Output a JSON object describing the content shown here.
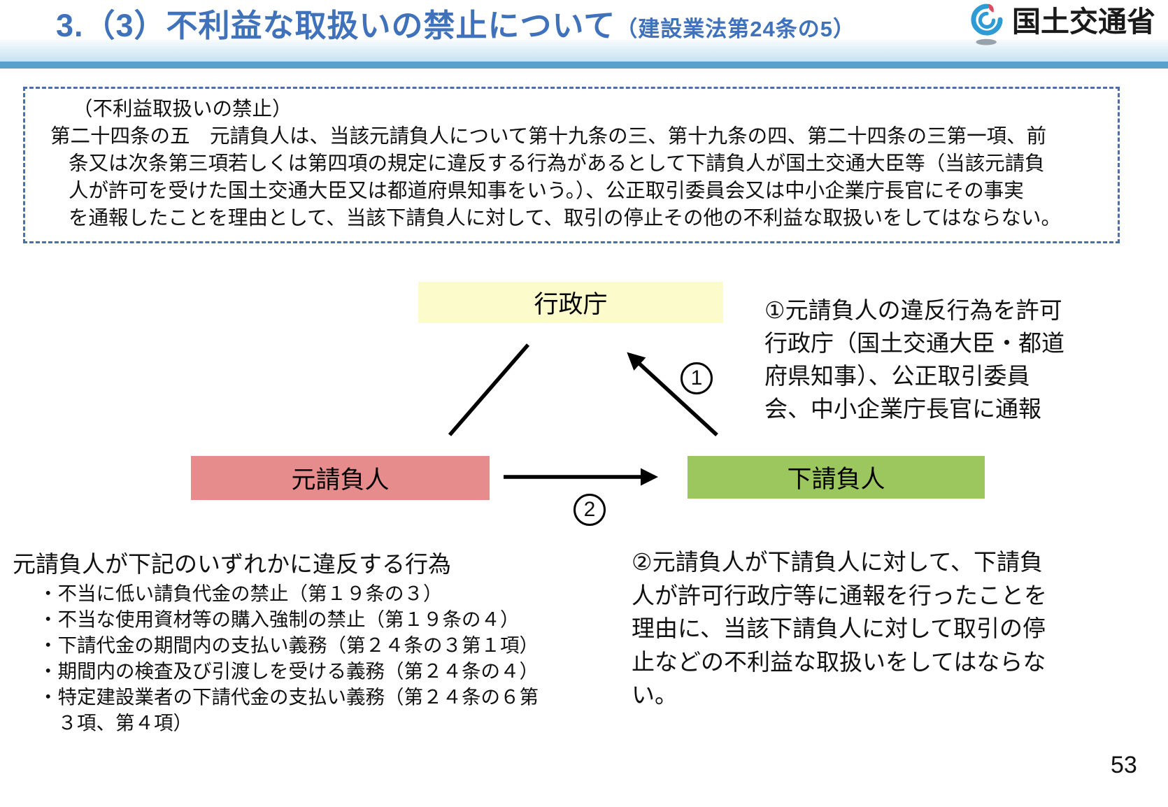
{
  "header": {
    "title_main": "3.（3）不利益な取扱いの禁止について",
    "title_sub": "（建設業法第24条の5）",
    "agency": "国土交通省"
  },
  "law_box": {
    "line1": "（不利益取扱いの禁止）",
    "line2": "第二十四条の五　元請負人は、当該元請負人について第十九条の三、第十九条の四、第二十四条の三第一項、前",
    "line3": "条又は次条第三項若しくは第四項の規定に違反する行為があるとして下請負人が国土交通大臣等（当該元請負",
    "line4": "人が許可を受けた国土交通大臣又は都道府県知事をいう。）、公正取引委員会又は中小企業庁長官にその事実",
    "line5": "を通報したことを理由として、当該下請負人に対して、取引の停止その他の不利益な取扱いをしてはならない。"
  },
  "diagram": {
    "admin_label": "行政庁",
    "main_contractor_label": "元請負人",
    "subcontractor_label": "下請負人",
    "marker1": "1",
    "marker2": "2"
  },
  "note1": {
    "lines": [
      "①元請負人の違反行為を許可",
      "行政庁（国土交通大臣・都道",
      "府県知事）、公正取引委員",
      "会、中小企業庁長官に通報"
    ]
  },
  "violations": {
    "heading": "元請負人が下記のいずれかに違反する行為",
    "items": [
      "・不当に低い請負代金の禁止（第１９条の３）",
      "・不当な使用資材等の購入強制の禁止（第１９条の４）",
      "・下請代金の期間内の支払い義務（第２４条の３第１項）",
      "・期間内の検査及び引渡しを受ける義務（第２４条の４）",
      "・特定建設業者の下請代金の支払い義務（第２４条の６第",
      "　３項、第４項）"
    ]
  },
  "note2": {
    "lines": [
      "②元請負人が下請負人に対して、下請負",
      "人が許可行政庁等に通報を行ったことを",
      "理由に、当該下請負人に対して取引の停",
      "止などの不利益な取扱いをしてはならな",
      "い。"
    ]
  },
  "page_number": "53",
  "colors": {
    "title_blue": "#3f72ba",
    "header_bar_blue": "#58a1cc",
    "dashed_border_blue": "#4c6fa6",
    "admin_box_yellow": "#fbfbcb",
    "main_contractor_red": "#e78c8c",
    "subcontractor_green": "#9cc75f"
  }
}
